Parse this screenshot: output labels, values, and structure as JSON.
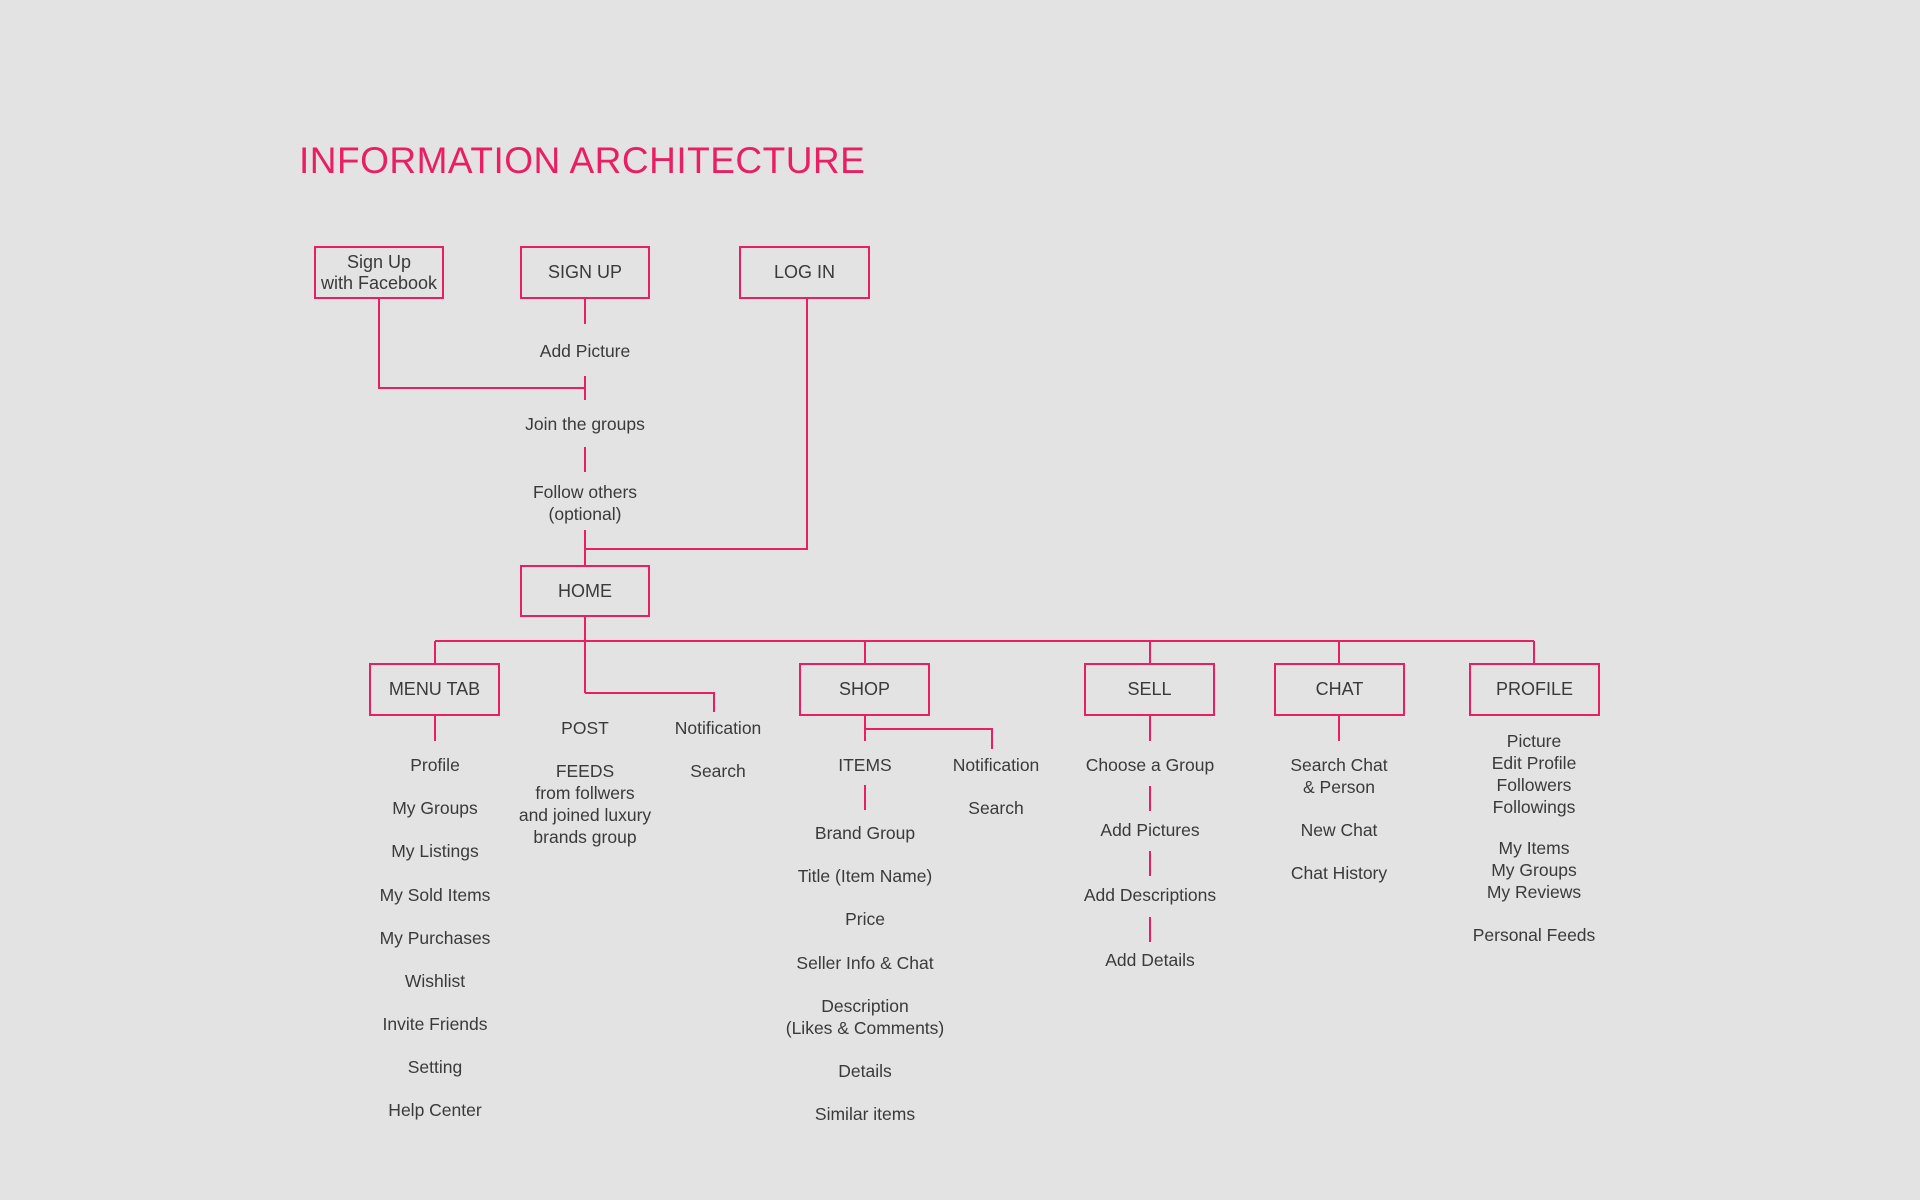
{
  "title": "INFORMATION ARCHITECTURE",
  "accent_color": "#e91e63",
  "boxes": {
    "signup_fb": "Sign Up\nwith Facebook",
    "signup": "SIGN UP",
    "login": "LOG IN",
    "home": "HOME",
    "menu_tab": "MENU TAB",
    "shop": "SHOP",
    "sell": "SELL",
    "chat": "CHAT",
    "profile": "PROFILE"
  },
  "onboarding": {
    "add_picture": "Add Picture",
    "join_groups": "Join the groups",
    "follow_others": "Follow others\n(optional)"
  },
  "menu_tab_items": [
    "Profile",
    "My Groups",
    "My Listings",
    "My Sold Items",
    "My Purchases",
    "Wishlist",
    "Invite Friends",
    "Setting",
    "Help Center"
  ],
  "post": {
    "post": "POST",
    "feeds": "FEEDS\nfrom follwers\nand joined luxury\nbrands group",
    "notification": "Notification",
    "search": "Search"
  },
  "shop": {
    "items": "ITEMS",
    "item_details": [
      "Brand Group",
      "Title (Item Name)",
      "Price",
      "Seller Info & Chat",
      "Description\n(Likes & Comments)",
      "Details",
      "Similar items"
    ],
    "notification": "Notification",
    "search": "Search"
  },
  "sell": {
    "steps": [
      "Choose a Group",
      "Add Pictures",
      "Add Descriptions",
      "Add Details"
    ]
  },
  "chat": {
    "items": [
      "Search Chat\n& Person",
      "New Chat",
      "Chat  History"
    ]
  },
  "profile": {
    "info": "Picture\nEdit Profile\nFollowers\nFollowings",
    "collections": "My Items\nMy Groups\nMy Reviews",
    "feeds": "Personal Feeds"
  }
}
